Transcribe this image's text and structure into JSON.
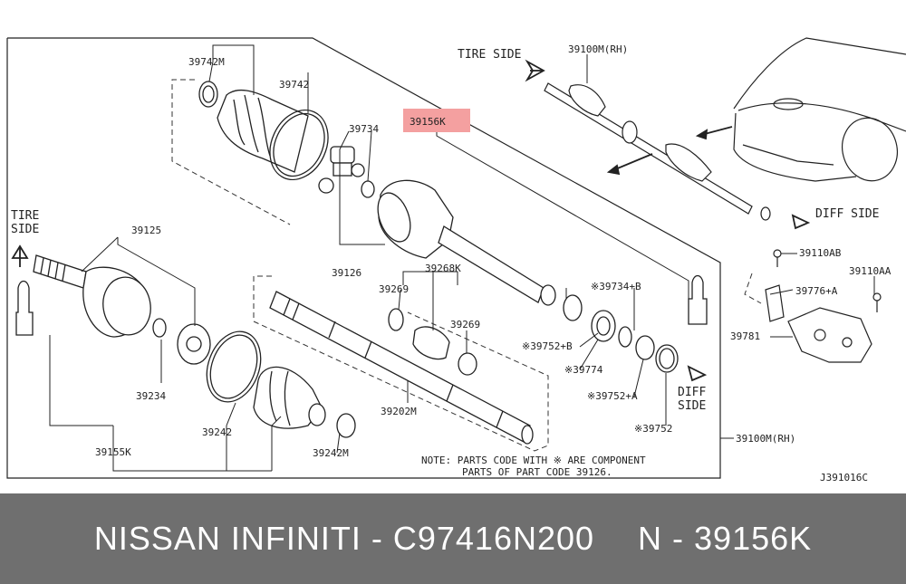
{
  "labels": {
    "p39742M": "39742M",
    "p39742": "39742",
    "p39734": "39734",
    "p39156K": "39156K",
    "p39100M_rh_top": "39100M(RH)",
    "tire_side_top": "TIRE SIDE",
    "tire_side_left_1": "TIRE",
    "tire_side_left_2": "SIDE",
    "diff_side_right": "DIFF SIDE",
    "p39125": "39125",
    "p39126": "39126",
    "p39268K": "39268K",
    "p39269_a": "39269",
    "p39269_b": "39269",
    "p39734B": "※39734+B",
    "p39752B": "※39752+B",
    "p39774": "※39774",
    "p39752A": "※39752+A",
    "p39752": "※39752",
    "diff_side_lower_1": "DIFF",
    "diff_side_lower_2": "SIDE",
    "p39234": "39234",
    "p39242": "39242",
    "p39202M": "39202M",
    "p39155K": "39155K",
    "p39242M": "39242M",
    "p39100M_rh_bottom": "39100M(RH)",
    "p39110AB": "39110AB",
    "p39110AA": "39110AA",
    "p39776A": "39776+A",
    "p39781": "39781",
    "note_line1": "NOTE: PARTS CODE WITH ※ ARE COMPONENT",
    "note_line2": "PARTS OF PART CODE 39126.",
    "diagram_code": "J391016C"
  },
  "highlight_color": "#f4a0a0",
  "footer": {
    "brand": "NISSAN  INFINITI - C97416N200",
    "part": "N - 39156K",
    "background": "#6f6f6f"
  }
}
